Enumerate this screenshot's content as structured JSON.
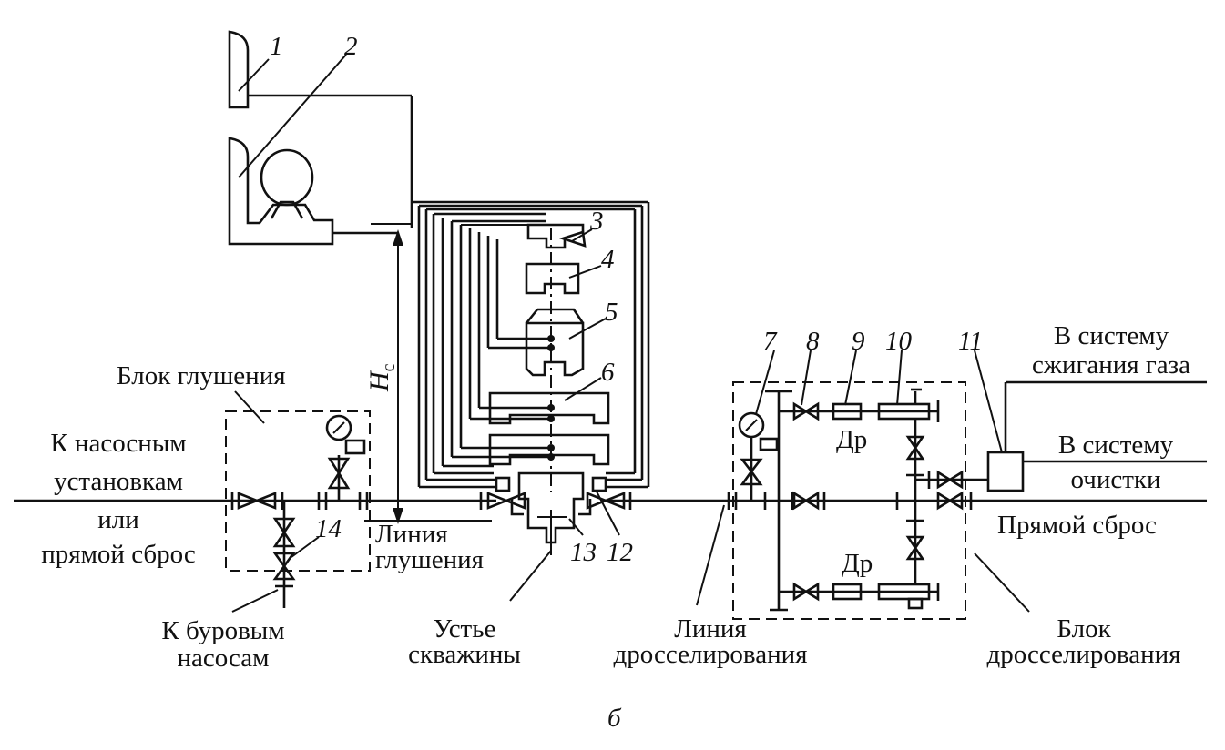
{
  "labels": {
    "kill_block": "Блок глушения",
    "to_pump_units_line1": "К насосным",
    "to_pump_units_line2": "установкам",
    "to_pump_units_line3": "или",
    "to_pump_units_line4": "прямой сброс",
    "to_drill_pumps_line1": "К буровым",
    "to_drill_pumps_line2": "насосам",
    "kill_line_line1": "Линия",
    "kill_line_line2": "глушения",
    "wellhead_line1": "Устье",
    "wellhead_line2": "скважины",
    "choke_line_line1": "Линия",
    "choke_line_line2": "дросселирования",
    "choke_block_line1": "Блок",
    "choke_block_line2": "дросселирования",
    "gas_flare_line1": "В систему",
    "gas_flare_line2": "сжигания газа",
    "cleaning_line1": "В систему",
    "cleaning_line2": "очистки",
    "direct_discharge": "Прямой сброс",
    "choke_upper": "Др",
    "choke_lower": "Др",
    "height_symbol": "H",
    "height_subscript": "c",
    "figure_letter": "б"
  },
  "numbers": [
    "1",
    "2",
    "3",
    "4",
    "5",
    "6",
    "7",
    "8",
    "9",
    "10",
    "11",
    "12",
    "13",
    "14"
  ]
}
